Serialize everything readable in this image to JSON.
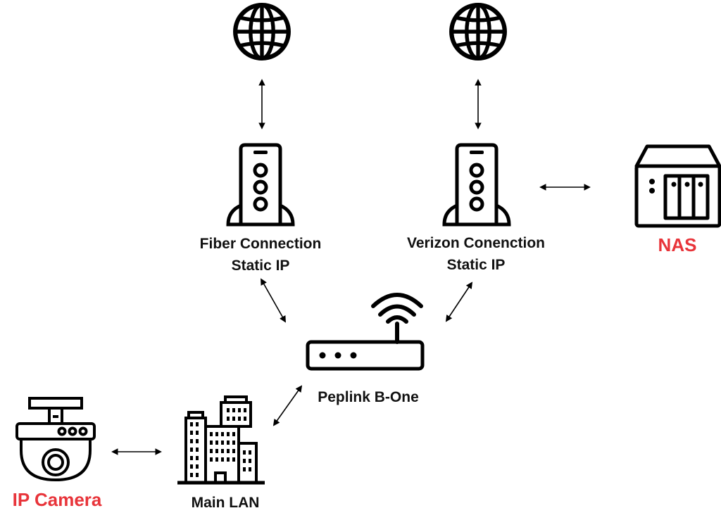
{
  "nodes": {
    "internet_left": {
      "icon": "globe-icon"
    },
    "internet_right": {
      "icon": "globe-icon"
    },
    "modem_fiber": {
      "icon": "modem-icon",
      "label_line1": "Fiber Connection",
      "label_line2": "Static IP"
    },
    "modem_verizon": {
      "icon": "modem-icon",
      "label_line1": "Verizon Conenction",
      "label_line2": "Static IP"
    },
    "nas": {
      "icon": "nas-icon",
      "label": "NAS"
    },
    "router": {
      "icon": "wifi-router-icon",
      "label": "Peplink B-One"
    },
    "lan": {
      "icon": "buildings-icon",
      "label": "Main LAN"
    },
    "camera": {
      "icon": "dome-camera-icon",
      "label": "IP Camera"
    }
  },
  "edges": [
    {
      "from": "internet_left",
      "to": "modem_fiber",
      "type": "bidirectional"
    },
    {
      "from": "internet_right",
      "to": "modem_verizon",
      "type": "bidirectional"
    },
    {
      "from": "modem_verizon",
      "to": "nas",
      "type": "bidirectional"
    },
    {
      "from": "modem_fiber",
      "to": "router",
      "type": "bidirectional"
    },
    {
      "from": "modem_verizon",
      "to": "router",
      "type": "bidirectional"
    },
    {
      "from": "router",
      "to": "lan",
      "type": "bidirectional"
    },
    {
      "from": "camera",
      "to": "lan",
      "type": "bidirectional"
    }
  ],
  "colors": {
    "icon": "#000000",
    "label": "#111111",
    "highlight_label": "#e8343a"
  }
}
